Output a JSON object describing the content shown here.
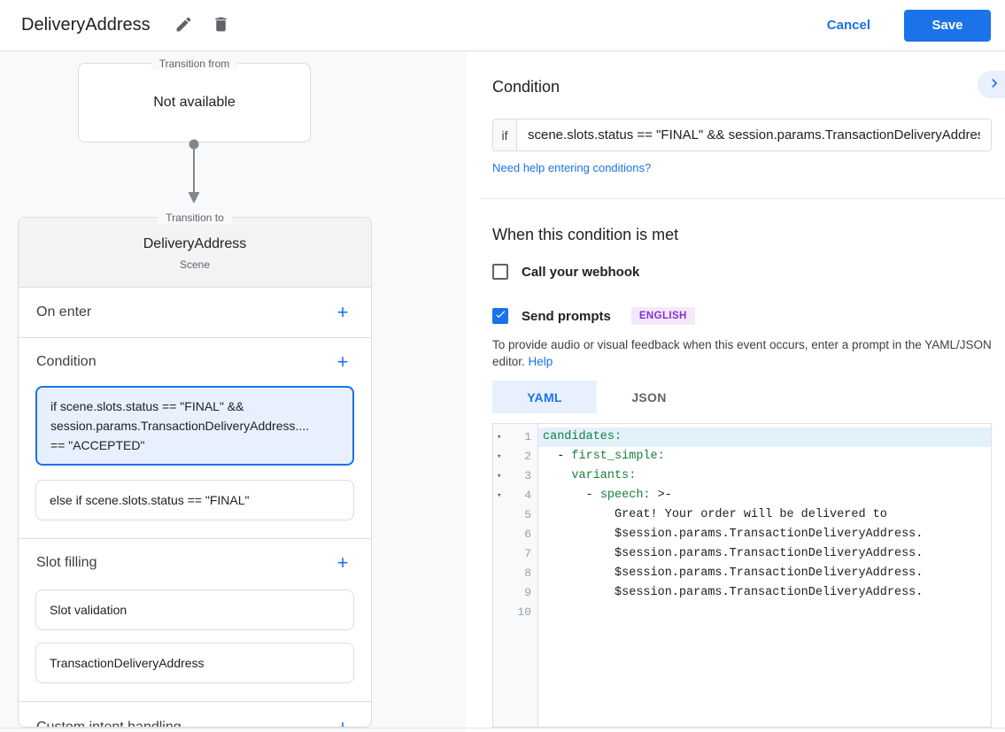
{
  "header": {
    "title": "DeliveryAddress",
    "cancel_label": "Cancel",
    "save_label": "Save"
  },
  "icons": {
    "plus": "+",
    "fold": "▾"
  },
  "flow": {
    "transition_from": {
      "label": "Transition from",
      "value": "Not available"
    },
    "transition_to": {
      "label": "Transition to",
      "scene_name": "DeliveryAddress",
      "scene_type": "Scene"
    },
    "on_enter_label": "On enter",
    "condition_label": "Condition",
    "condition_selected": "if scene.slots.status == \"FINAL\" &&\nsession.params.TransactionDeliveryAddress....\n== \"ACCEPTED\"",
    "condition_else": "else if scene.slots.status == \"FINAL\"",
    "slot_filling_label": "Slot filling",
    "slot_validation": "Slot validation",
    "slot_name": "TransactionDeliveryAddress",
    "custom_intent_label": "Custom intent handling"
  },
  "panel": {
    "condition_heading": "Condition",
    "if_label": "if",
    "if_value": "scene.slots.status == \"FINAL\" && session.params.TransactionDeliveryAddress",
    "help_link": "Need help entering conditions?",
    "met_heading": "When this condition is met",
    "webhook_label": "Call your webhook",
    "prompts_label": "Send prompts",
    "language_badge": "ENGLISH",
    "prompt_hint_line1": "To provide audio or visual feedback when this event occurs, enter a prompt in the YAML/JSON",
    "prompt_hint_line2": "editor.",
    "help_label": "Help",
    "yaml_tab": "YAML",
    "json_tab": "JSON"
  },
  "editor": {
    "line_numbers": [
      "1",
      "2",
      "3",
      "4",
      "5",
      "6",
      "7",
      "8",
      "9",
      "10"
    ],
    "lines": [
      {
        "pre": "",
        "key": "candidates:",
        "post": ""
      },
      {
        "pre": "  - ",
        "key": "first_simple:",
        "post": ""
      },
      {
        "pre": "    ",
        "key": "variants:",
        "post": ""
      },
      {
        "pre": "      - ",
        "key": "speech:",
        "post": " >-"
      },
      {
        "pre": "          Great! Your order will be delivered to",
        "key": "",
        "post": ""
      },
      {
        "pre": "          $session.params.TransactionDeliveryAddress.",
        "key": "",
        "post": ""
      },
      {
        "pre": "          $session.params.TransactionDeliveryAddress.",
        "key": "",
        "post": ""
      },
      {
        "pre": "          $session.params.TransactionDeliveryAddress.",
        "key": "",
        "post": ""
      },
      {
        "pre": "          $session.params.TransactionDeliveryAddress.",
        "key": "",
        "post": ""
      },
      {
        "pre": "",
        "key": "",
        "post": ""
      }
    ]
  }
}
